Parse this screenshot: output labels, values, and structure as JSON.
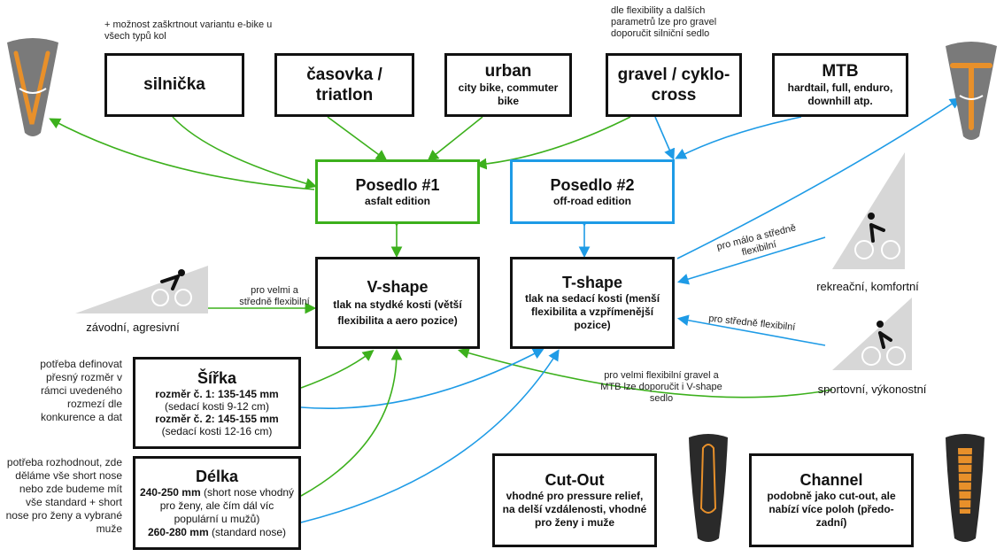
{
  "notes": {
    "ebike": "+ možnost zaškrtnout variantu e-bike u všech typů kol",
    "gravel": "dle flexibility a dalších parametrů lze pro gravel doporučit silniční sedlo",
    "velmi": "pro velmi a středně flexibilní",
    "malo": "pro málo a středně flexibilní",
    "stredne": "pro středně flexibilní",
    "gravel_v": "pro velmi flexibilní gravel a MTB lze doporučit i V-shape sedlo",
    "sirka_side": "potřeba definovat přesný rozměr v rámci uvedeného rozmezí dle konkurence a dat",
    "delka_side": "potřeba rozhodnout, zde děláme vše short nose nebo zde budeme mít vše standard + short nose pro ženy a vybrané muže"
  },
  "bikes": {
    "silnicka": "silnička",
    "casovka": "časovka / triatlon",
    "urban_title": "urban",
    "urban_sub": "city bike, commuter bike",
    "gravel": "gravel / cyklo-cross",
    "mtb_title": "MTB",
    "mtb_sub": "hardtail, full, enduro, downhill atp."
  },
  "posedlo1": {
    "title": "Posedlo #1",
    "sub": "asfalt edition"
  },
  "posedlo2": {
    "title": "Posedlo #2",
    "sub": "off-road edition"
  },
  "vshape": {
    "title": "V-shape",
    "desc": "tlak na stydké kosti (větší flexibilita a aero pozice)"
  },
  "tshape": {
    "title": "T-shape",
    "desc": "tlak na sedací kosti (menší flexibilita a vzpřímenější pozice)"
  },
  "sirka": {
    "title": "Šířka",
    "r1": "rozměr č. 1: 135-145 mm",
    "r1_sub": "(sedací kosti 9-12 cm)",
    "r2": "rozměr č. 2: 145-155 mm",
    "r2_sub": "(sedací kosti 12-16 cm)"
  },
  "delka": {
    "title": "Délka",
    "l1": "240-250 mm",
    "l1_sub": "(short nose vhodný pro ženy, ale čím dál víc populární u mužů)",
    "l2": "260-280 mm",
    "l2_sub": "(standard nose)"
  },
  "cutout": {
    "title": "Cut-Out",
    "desc": "vhodné pro pressure relief, na delší vzdálenosti, vhodné pro ženy i muže"
  },
  "channel": {
    "title": "Channel",
    "desc": "podobně jako cut-out, ale nabízí více poloh (předo-zadní)"
  },
  "positions": {
    "zavodni": "závodní, agresivní",
    "rekreacni": "rekreační, komfortní",
    "sportovni": "sportovní, výkonostní"
  },
  "colors": {
    "green": "#3cb01c",
    "blue": "#1e9be6",
    "saddle_dark": "#2a2a2a",
    "accent": "#e8902a"
  }
}
